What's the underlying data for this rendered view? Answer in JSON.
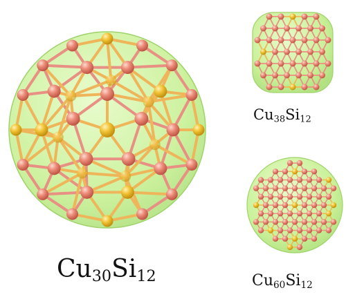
{
  "colors": {
    "background": "#ffffff",
    "cu_atom": "#e9826f",
    "cu_atom_dark": "#c45a48",
    "si_atom": "#f0c030",
    "si_atom_dark": "#c99410",
    "bond": "#e89083",
    "shell_fill": "#c4ef8e",
    "shell_edge": "#9fd36a"
  },
  "clusters": [
    {
      "id": "cu30si12",
      "formula_parts": {
        "el1": "Cu",
        "n1": "30",
        "el2": "Si",
        "n2": "12"
      },
      "shape": "icosahedral-sphere"
    },
    {
      "id": "cu38si12",
      "formula_parts": {
        "el1": "Cu",
        "n1": "38",
        "el2": "Si",
        "n2": "12"
      },
      "shape": "rounded-cube"
    },
    {
      "id": "cu60si12",
      "formula_parts": {
        "el1": "Cu",
        "n1": "60",
        "el2": "Si",
        "n2": "12"
      },
      "shape": "dense-sphere"
    }
  ]
}
